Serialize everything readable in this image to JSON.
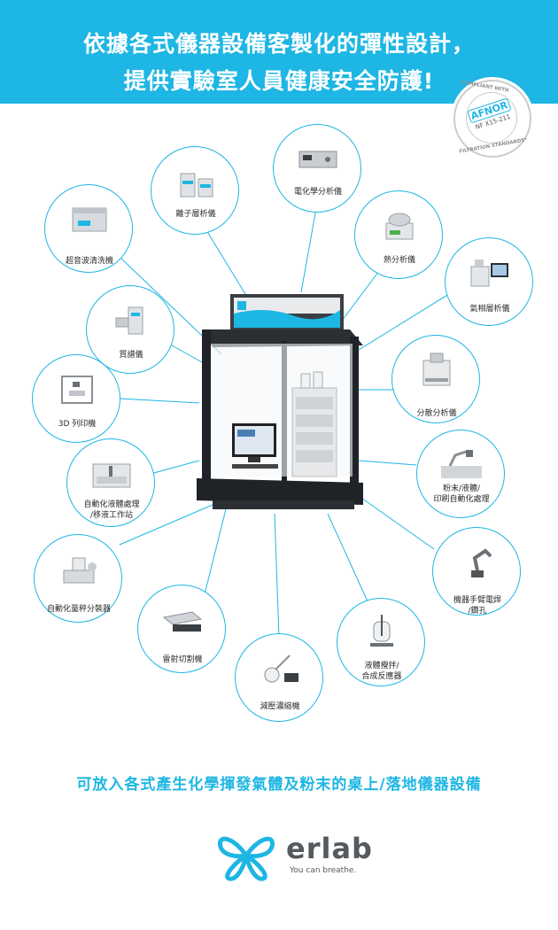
{
  "header": {
    "line1": "依據各式儀器設備客製化的彈性設計，",
    "line2": "提供實驗室人員健康安全防護!"
  },
  "badge": {
    "top": "COMPLIANT WITH",
    "brand": "AFNOR",
    "standard": "NF X15-211",
    "bottom": "FILTRATION STANDARDS*"
  },
  "equipment": [
    {
      "label": "超音波清洗機"
    },
    {
      "label": "離子層析儀"
    },
    {
      "label": "電化學分析儀"
    },
    {
      "label": "熱分析儀"
    },
    {
      "label": "氣相層析儀"
    },
    {
      "label": "質譜儀"
    },
    {
      "label": "分散分析儀"
    },
    {
      "label": "3D 列印機"
    },
    {
      "label": "粉末/液體/",
      "label2": "印刷自動化處理"
    },
    {
      "label": "自動化液體處理",
      "label2": "/移液工作站"
    },
    {
      "label": "機器手臂電焊",
      "label2": "/鑽孔"
    },
    {
      "label": "自動化量秤分裝器"
    },
    {
      "label": "雷射切割機"
    },
    {
      "label": "液體攪拌/",
      "label2": "合成反應器"
    },
    {
      "label": "減壓濃縮機"
    }
  ],
  "footer": {
    "headline": "可放入各式產生化學揮發氣體及粉末的桌上/落地儀器設備",
    "logo_word": "erlab",
    "tagline": "You can breathe."
  },
  "colors": {
    "accent": "#1eb6e4",
    "text": "#2a2a2a",
    "logo_gray": "#555a5e"
  }
}
